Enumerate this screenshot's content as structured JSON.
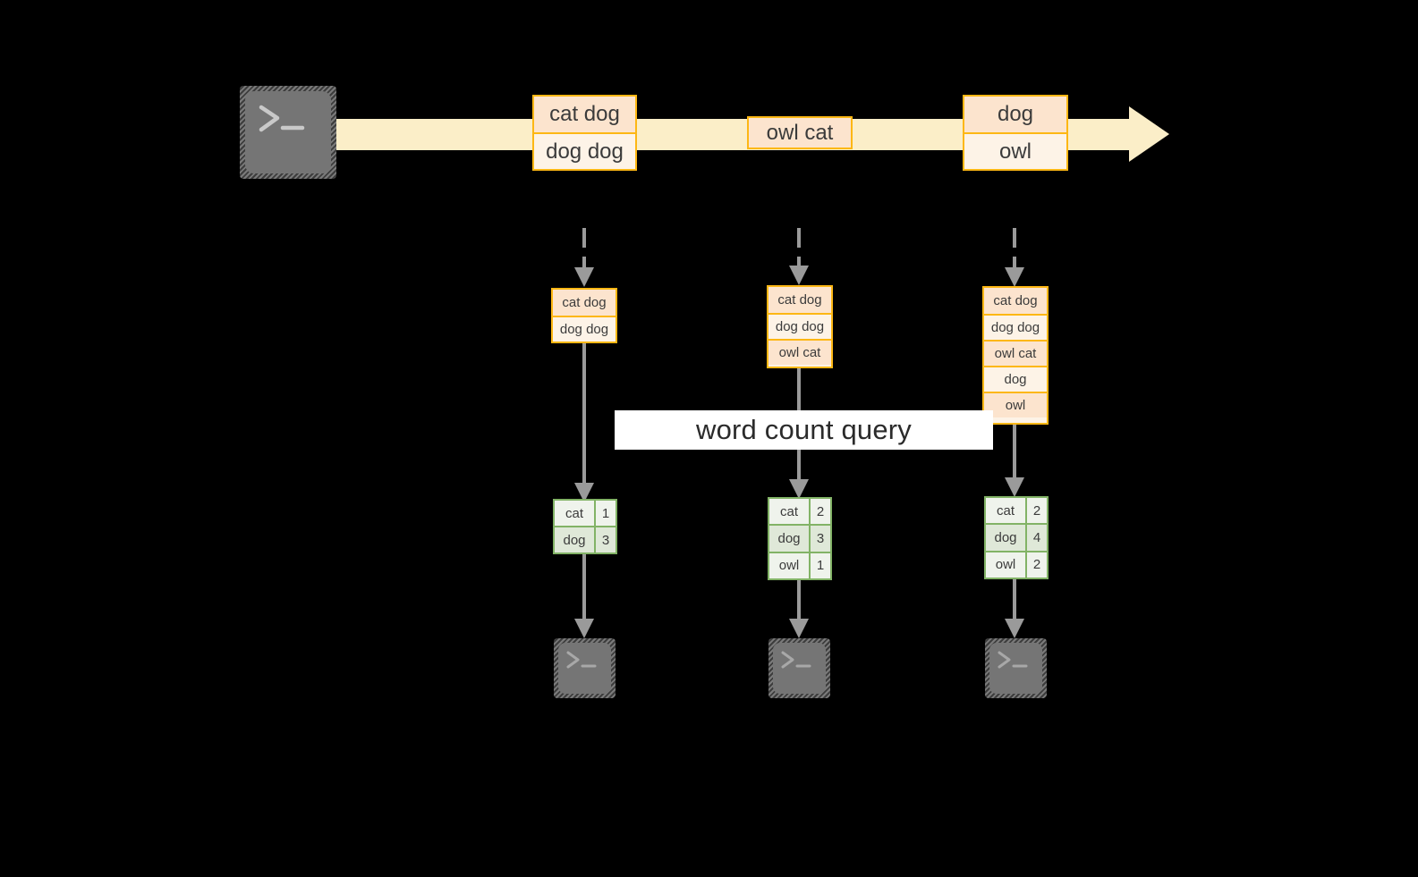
{
  "diagram": {
    "title_label": "word count query",
    "colors": {
      "background": "#000000",
      "band_fill": "#fbeec8",
      "log_border": "#fdb714",
      "log_fill_light": "#fdf3e7",
      "log_fill_dark": "#fce4ce",
      "result_border": "#82b366",
      "result_fill_dark": "#dfe8d8",
      "result_fill_light": "#eff3ec",
      "arrow_gray": "#9a9a9a",
      "terminal_body": "#757575",
      "banner_fill": "#ffffff",
      "text": "#3b3b3b"
    },
    "stream": {
      "source_icon": "terminal-icon",
      "source_prompt": ">_",
      "messages": [
        {
          "lines": [
            "cat dog",
            "dog dog"
          ]
        },
        {
          "lines": [
            "owl cat"
          ]
        },
        {
          "lines": [
            "dog",
            "owl"
          ]
        }
      ]
    },
    "snapshots": [
      {
        "log": [
          "cat dog",
          "dog dog"
        ],
        "result": {
          "rows": [
            {
              "word": "cat",
              "count": "1"
            },
            {
              "word": "dog",
              "count": "3"
            }
          ]
        },
        "sink_icon": "terminal-icon",
        "sink_prompt": ">_"
      },
      {
        "log": [
          "cat dog",
          "dog dog",
          "owl cat"
        ],
        "result": {
          "rows": [
            {
              "word": "cat",
              "count": "2"
            },
            {
              "word": "dog",
              "count": "3"
            },
            {
              "word": "owl",
              "count": "1"
            }
          ]
        },
        "sink_icon": "terminal-icon",
        "sink_prompt": ">_"
      },
      {
        "log": [
          "cat dog",
          "dog dog",
          "owl cat",
          "dog",
          "owl"
        ],
        "result": {
          "rows": [
            {
              "word": "cat",
              "count": "2"
            },
            {
              "word": "dog",
              "count": "4"
            },
            {
              "word": "owl",
              "count": "2"
            }
          ]
        },
        "sink_icon": "terminal-icon",
        "sink_prompt": ">_"
      }
    ]
  }
}
